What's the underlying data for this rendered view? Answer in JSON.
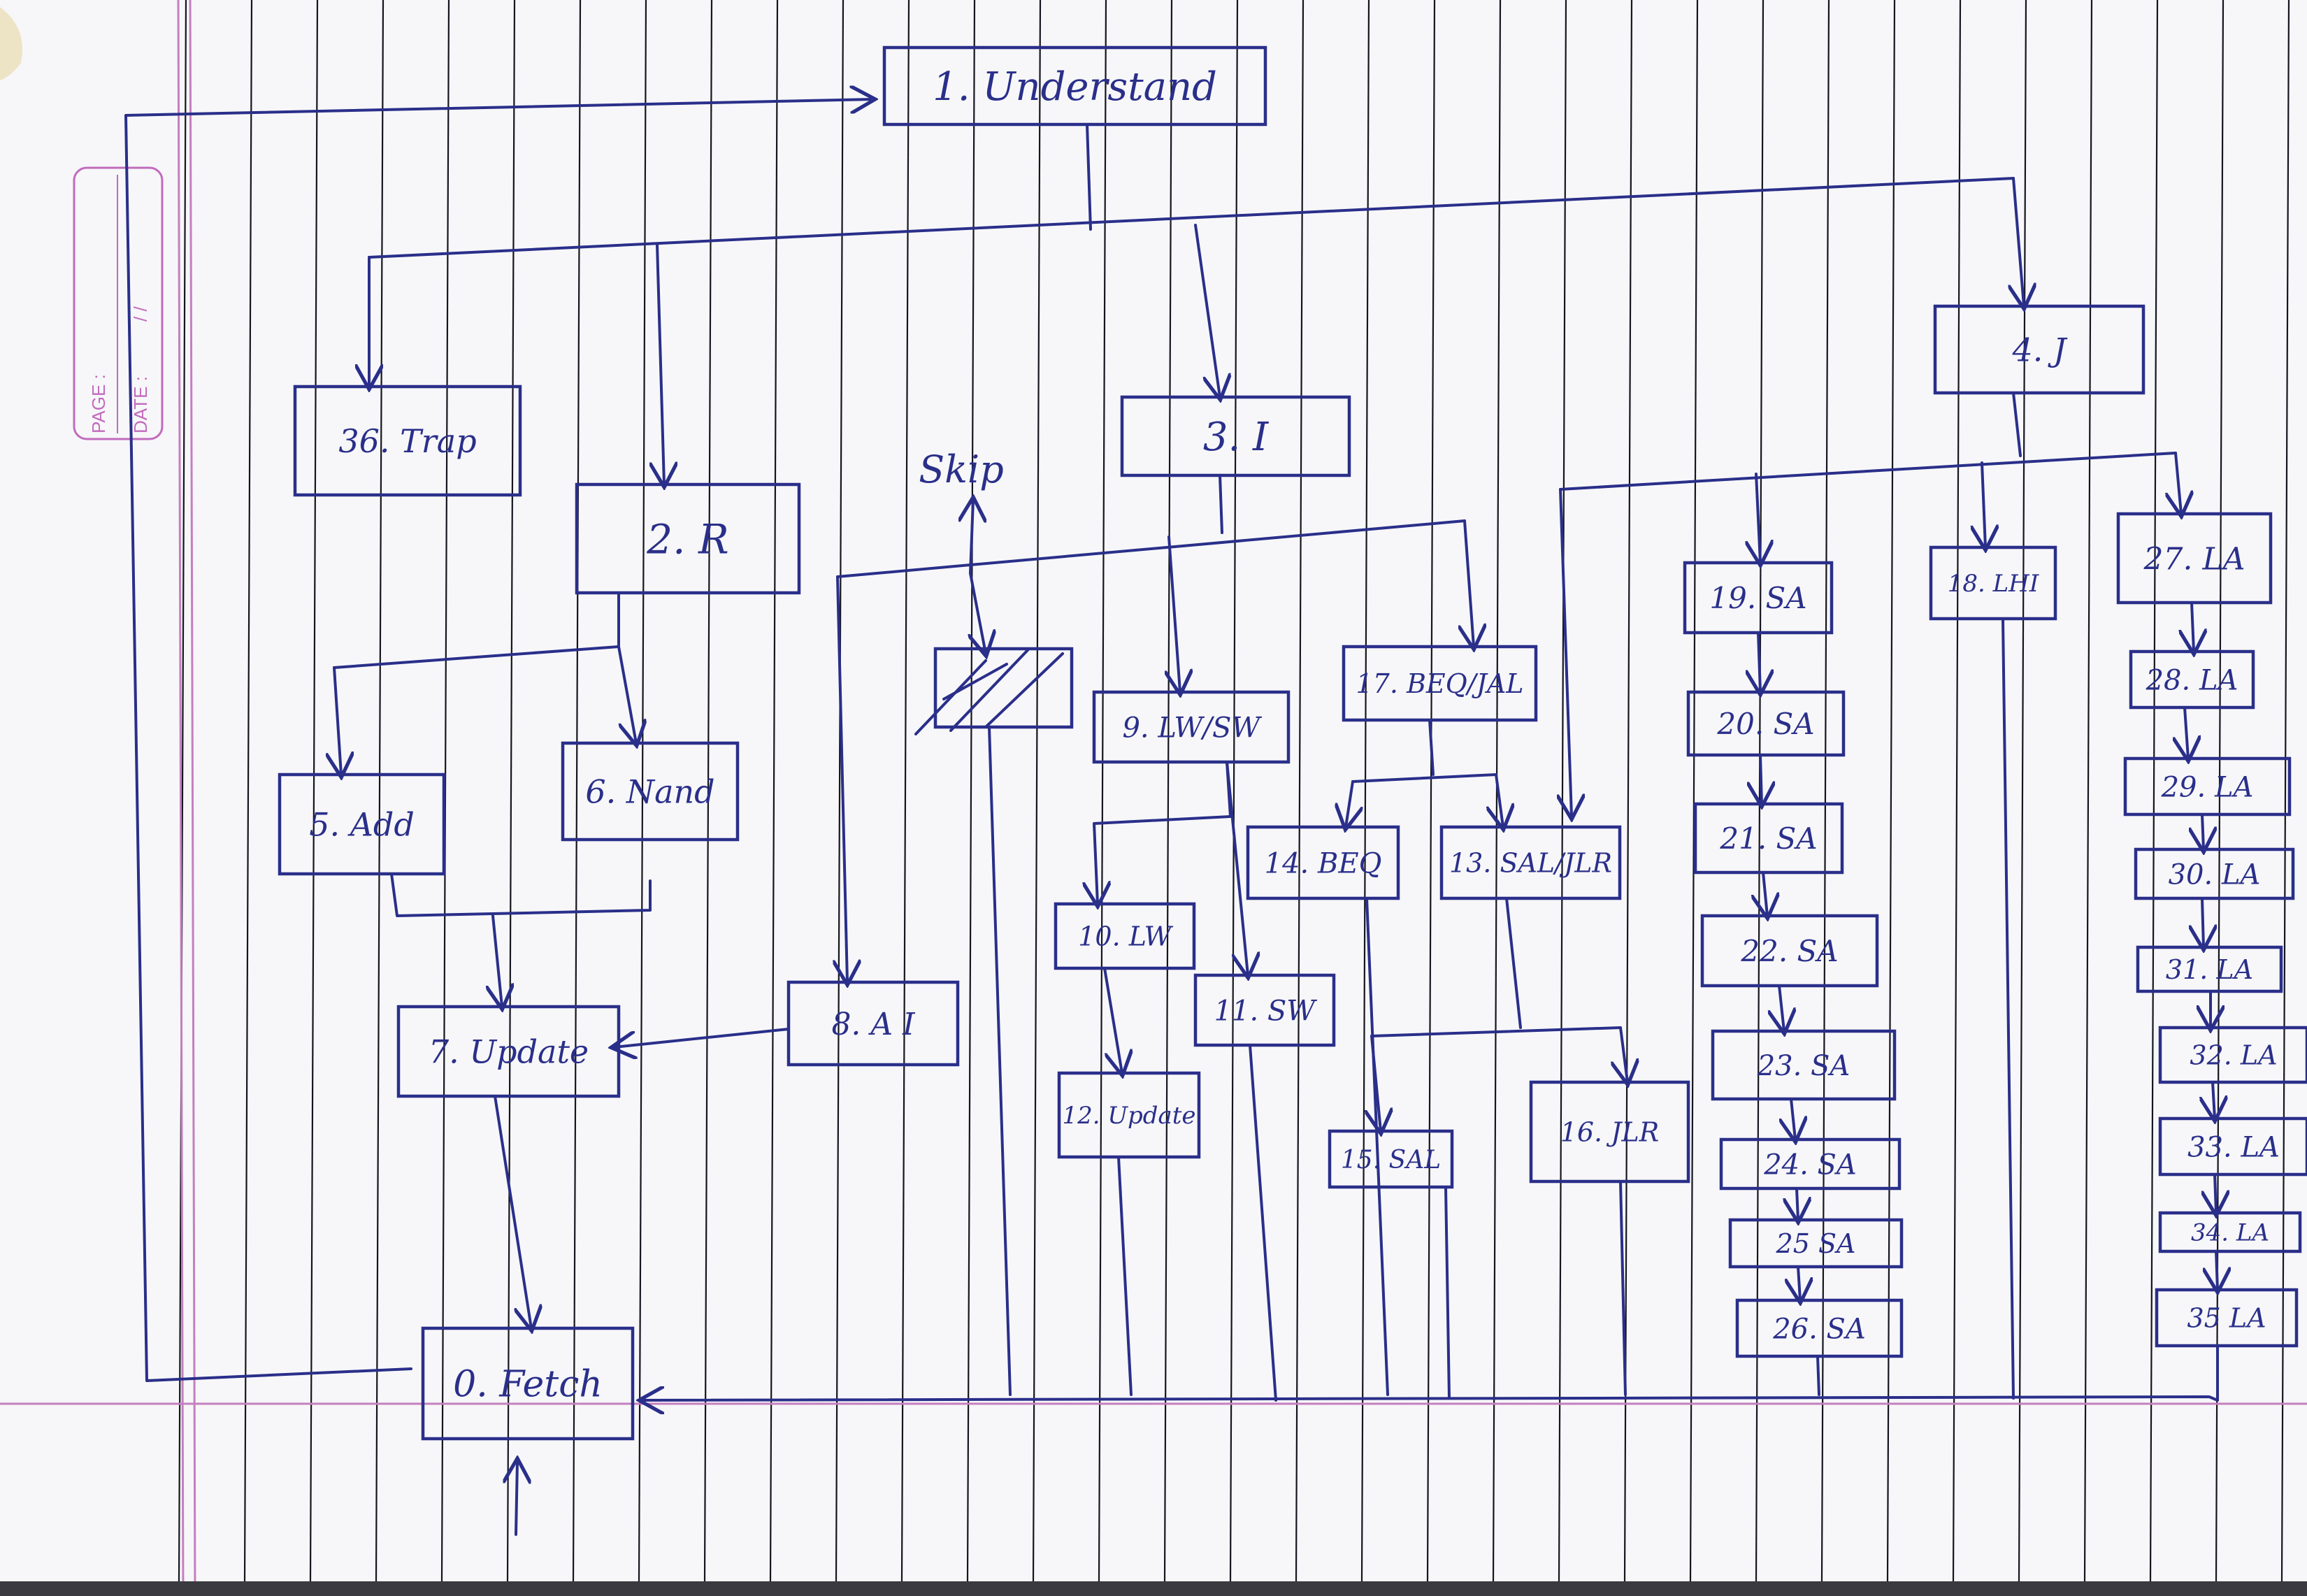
{
  "page_stamp": {
    "page_label": "PAGE :",
    "date_label": "DATE :",
    "date_value": "/ /"
  },
  "nodes": {
    "understand": "1. Understand",
    "trap": "36. Trap",
    "r": "2. R",
    "i": "3. I",
    "j": "4. J",
    "skip": "Skip",
    "add": "5. Add",
    "nand": "6. Nand",
    "update7": "7. Update",
    "ai": "8. A I",
    "lwsw": "9. LW/SW",
    "lw": "10. LW",
    "sw": "11. SW",
    "update12": "12. Update",
    "beqjal": "17. BEQ/JAL",
    "beq": "14. BEQ",
    "saljlr": "13. SAL/JLR",
    "sal": "15. SAL",
    "jlr": "16. JLR",
    "lhi": "18. LHI",
    "fetch": "0. Fetch",
    "sa19": "19. SA",
    "sa20": "20. SA",
    "sa21": "21. SA",
    "sa22": "22. SA",
    "sa23": "23. SA",
    "sa24": "24. SA",
    "sa25": "25 SA",
    "sa26": "26. SA",
    "la27": "27. LA",
    "la28": "28. LA",
    "la29": "29. LA",
    "la30": "30. LA",
    "la31": "31. LA",
    "la32": "32. LA",
    "la33": "33. LA",
    "la34": "34. LA",
    "la35": "35 LA"
  },
  "colors": {
    "ink": "#2a2f8a",
    "rule": "#15151f",
    "margin": "#c47fbf",
    "paper": "#f7f7f9"
  }
}
